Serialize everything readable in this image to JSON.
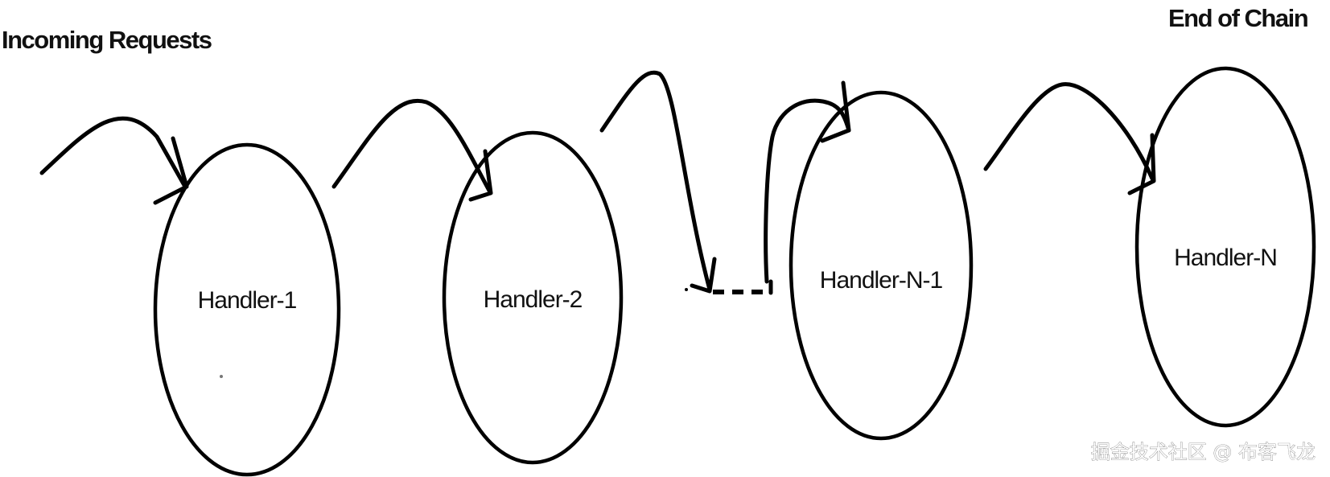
{
  "diagram": {
    "start_label": "Incoming Requests",
    "end_label": "End of Chain",
    "nodes": [
      {
        "id": "handler-1",
        "label": "Handler-1"
      },
      {
        "id": "handler-2",
        "label": "Handler-2"
      },
      {
        "id": "handler-n-1",
        "label": "Handler-N-1"
      },
      {
        "id": "handler-n",
        "label": "Handler-N"
      }
    ],
    "edges": [
      {
        "from": "incoming-requests",
        "to": "handler-1"
      },
      {
        "from": "handler-1",
        "to": "handler-2"
      },
      {
        "from": "handler-2",
        "to": "ellipsis"
      },
      {
        "from": "ellipsis",
        "to": "handler-n-1"
      },
      {
        "from": "handler-n-1",
        "to": "handler-n"
      }
    ]
  },
  "watermark": "掘金技术社区 @ 布客飞龙"
}
